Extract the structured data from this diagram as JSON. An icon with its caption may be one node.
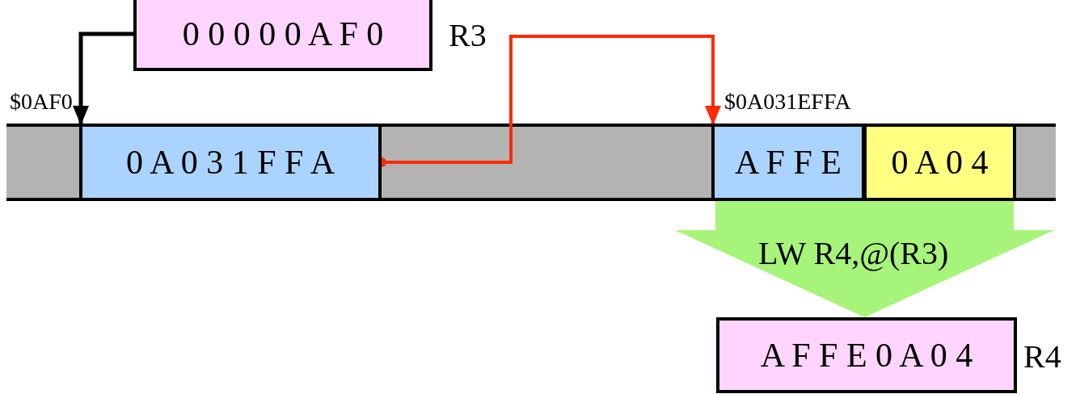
{
  "diagram": {
    "nodes": [
      {
        "text": [
          "0 0 0 0 0 A F 0"
        ],
        "beside": [
          "R3"
        ]
      },
      {
        "text": [
          "0 A 0 3 1 F F A"
        ],
        "beside": [
          "$0AF0"
        ]
      },
      {
        "text": [
          "A F F E"
        ],
        "beside": [
          "$0A031EFFA"
        ]
      },
      {
        "text": [
          "0 A 0 4"
        ]
      },
      {
        "text": [
          "A F F E 0 A 0 4"
        ],
        "beside": [
          "R4"
        ]
      }
    ],
    "edges": [
      {
        "from": 0,
        "to": 1,
        "arrow": "to"
      },
      {
        "from": 1,
        "to": 2,
        "arrow": "to",
        "color": "#ff2a00"
      },
      {
        "from": 2,
        "to": 4,
        "arrow": "to",
        "label": "LW R4,@(R3)",
        "style": "thick",
        "color": "#a6f57a"
      },
      {
        "from": 3,
        "to": 4,
        "arrow": "to",
        "style": "thick",
        "color": "#a6f57a"
      }
    ]
  }
}
